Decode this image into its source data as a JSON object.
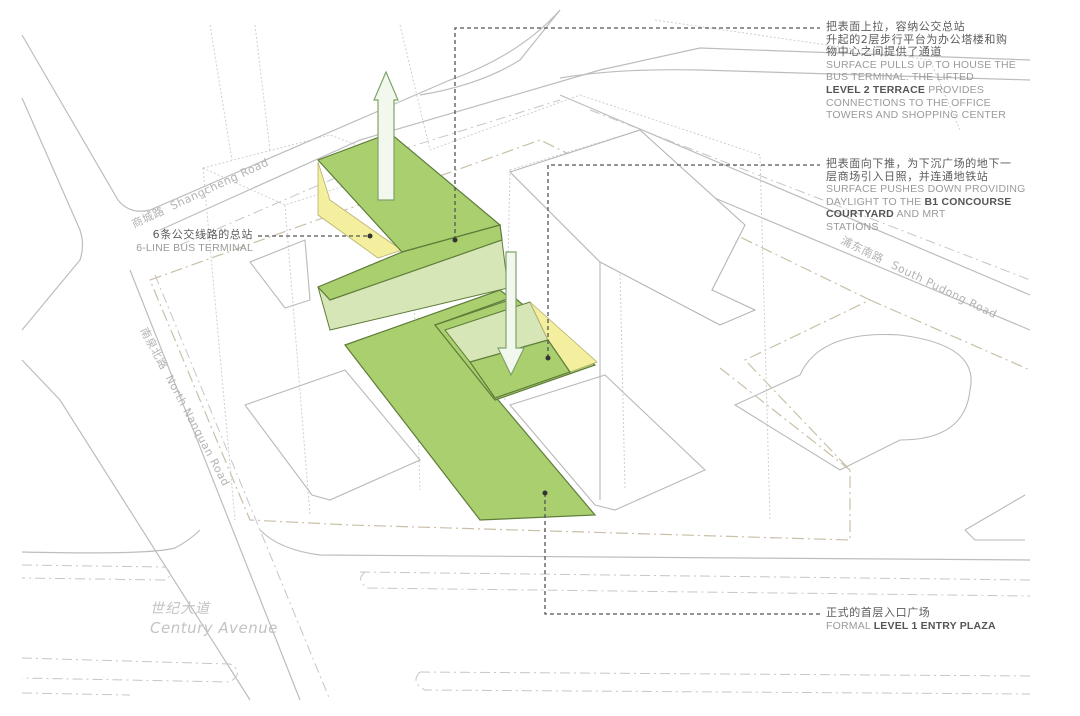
{
  "diagram": {
    "type": "architectural axonometric diagram",
    "colors": {
      "green_surface": "#a9cf6e",
      "green_light_face": "#d6e6b6",
      "yellow_face": "#f4ef9e",
      "arrow_fill": "#f2f8ee",
      "leader_line": "#555555",
      "road_line": "#bdbdbd"
    }
  },
  "roads": {
    "shangcheng": {
      "cn": "商城路",
      "en": "Shangcheng Road"
    },
    "south_pudong": {
      "cn": "浦东南路",
      "en": "South Pudong Road"
    },
    "north_nanquan": {
      "cn": "南泉北路",
      "en": "North Nanquan Road"
    },
    "century_avenue": {
      "cn": "世纪大道",
      "en": "Century Avenue"
    }
  },
  "annotations": {
    "lifted_terrace": {
      "cn_lines": [
        "把表面上拉，容纳公交总站",
        "升起的2层步行平台为办公塔楼和购",
        "物中心之间提供了通道"
      ],
      "en_line1": "SURFACE PULLS UP TO HOUSE THE",
      "en_line2": "BUS TERMINAL. THE LIFTED",
      "en_bold": "LEVEL 2 TERRACE",
      "en_line3_rest": " PROVIDES",
      "en_line4": "CONNECTIONS TO THE OFFICE",
      "en_line5": "TOWERS AND SHOPPING CENTER"
    },
    "sunken_courtyard": {
      "cn_lines": [
        "把表面向下推，为下沉广场的地下一",
        "层商场引入日照，并连通地铁站"
      ],
      "en_line1": "SURFACE PUSHES DOWN PROVIDING",
      "en_line2_pre": "DAYLIGHT TO THE ",
      "en_bold1": "B1 CONCOURSE",
      "en_bold2": "COURTYARD",
      "en_line3_rest": " AND MRT",
      "en_line4": "STATIONS"
    },
    "bus_terminal": {
      "cn": "6条公交线路的总站",
      "en": "6-LINE BUS TERMINAL"
    },
    "entry_plaza": {
      "cn": "正式的首层入口广场",
      "en_pre": "FORMAL ",
      "en_bold": "LEVEL 1 ENTRY PLAZA"
    }
  },
  "icons": {
    "up_arrow": "arrow-up-icon",
    "down_arrow": "arrow-down-icon"
  }
}
